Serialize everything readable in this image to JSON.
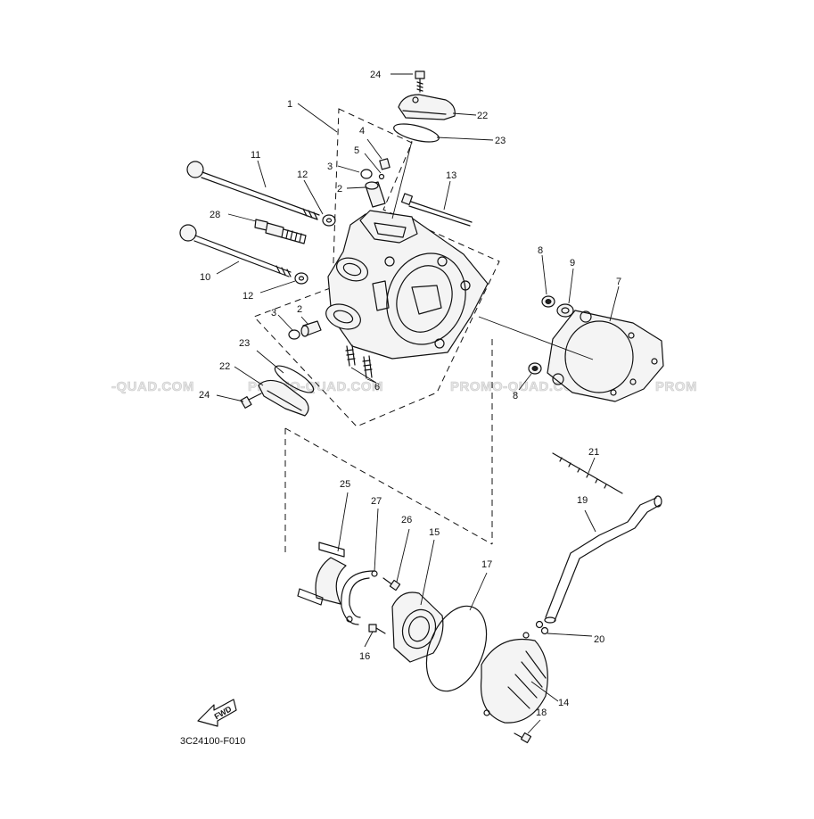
{
  "diagram": {
    "drawing_code": "3C24100-F010",
    "fwd_label": "FWD",
    "watermarks": [
      "-QUAD.COM",
      "PROMO-QUAD.COM",
      "PROMO-QUAD.COM",
      "PROM"
    ],
    "callouts": [
      {
        "id": "c1",
        "number": "1"
      },
      {
        "id": "c2a",
        "number": "2"
      },
      {
        "id": "c2b",
        "number": "2"
      },
      {
        "id": "c3a",
        "number": "3"
      },
      {
        "id": "c3b",
        "number": "3"
      },
      {
        "id": "c4",
        "number": "4"
      },
      {
        "id": "c5",
        "number": "5"
      },
      {
        "id": "c6",
        "number": "6"
      },
      {
        "id": "c7",
        "number": "7"
      },
      {
        "id": "c8a",
        "number": "8"
      },
      {
        "id": "c8b",
        "number": "8"
      },
      {
        "id": "c9",
        "number": "9"
      },
      {
        "id": "c10",
        "number": "10"
      },
      {
        "id": "c11",
        "number": "11"
      },
      {
        "id": "c12a",
        "number": "12"
      },
      {
        "id": "c12b",
        "number": "12"
      },
      {
        "id": "c13",
        "number": "13"
      },
      {
        "id": "c14",
        "number": "14"
      },
      {
        "id": "c15",
        "number": "15"
      },
      {
        "id": "c16",
        "number": "16"
      },
      {
        "id": "c17",
        "number": "17"
      },
      {
        "id": "c18",
        "number": "18"
      },
      {
        "id": "c19",
        "number": "19"
      },
      {
        "id": "c20",
        "number": "20"
      },
      {
        "id": "c21",
        "number": "21"
      },
      {
        "id": "c22a",
        "number": "22"
      },
      {
        "id": "c22b",
        "number": "22"
      },
      {
        "id": "c23a",
        "number": "23"
      },
      {
        "id": "c23b",
        "number": "23"
      },
      {
        "id": "c24a",
        "number": "24"
      },
      {
        "id": "c24b",
        "number": "24"
      },
      {
        "id": "c25",
        "number": "25"
      },
      {
        "id": "c26",
        "number": "26"
      },
      {
        "id": "c27",
        "number": "27"
      },
      {
        "id": "c28",
        "number": "28"
      }
    ]
  }
}
